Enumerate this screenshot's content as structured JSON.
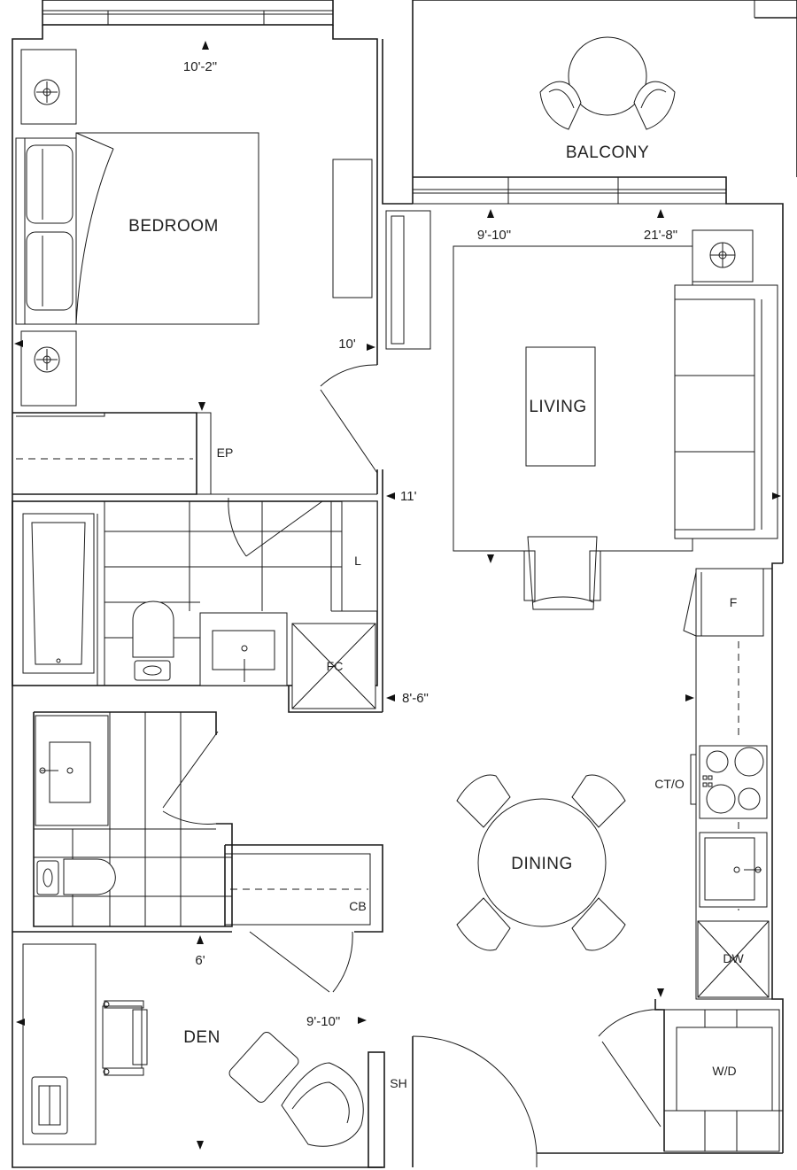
{
  "rooms": {
    "bedroom": "BEDROOM",
    "balcony": "BALCONY",
    "living": "LIVING",
    "dining": "DINING",
    "den": "DEN"
  },
  "fixtures": {
    "ep": "EP",
    "linen": "L",
    "fc": "FC",
    "fridge": "F",
    "cooktop_oven": "CT/O",
    "cb": "CB",
    "dishwasher": "DW",
    "washer_dryer": "W/D",
    "shelf": "SH"
  },
  "dimensions": {
    "bedroom_width": "10'-2\"",
    "bedroom_depth": "10'",
    "balcony_width": "9'-10\"",
    "living_width": "21'-8\"",
    "living_depth": "11'",
    "kitchen_depth": "8'-6\"",
    "den_height": "6'",
    "den_width": "9'-10\""
  }
}
